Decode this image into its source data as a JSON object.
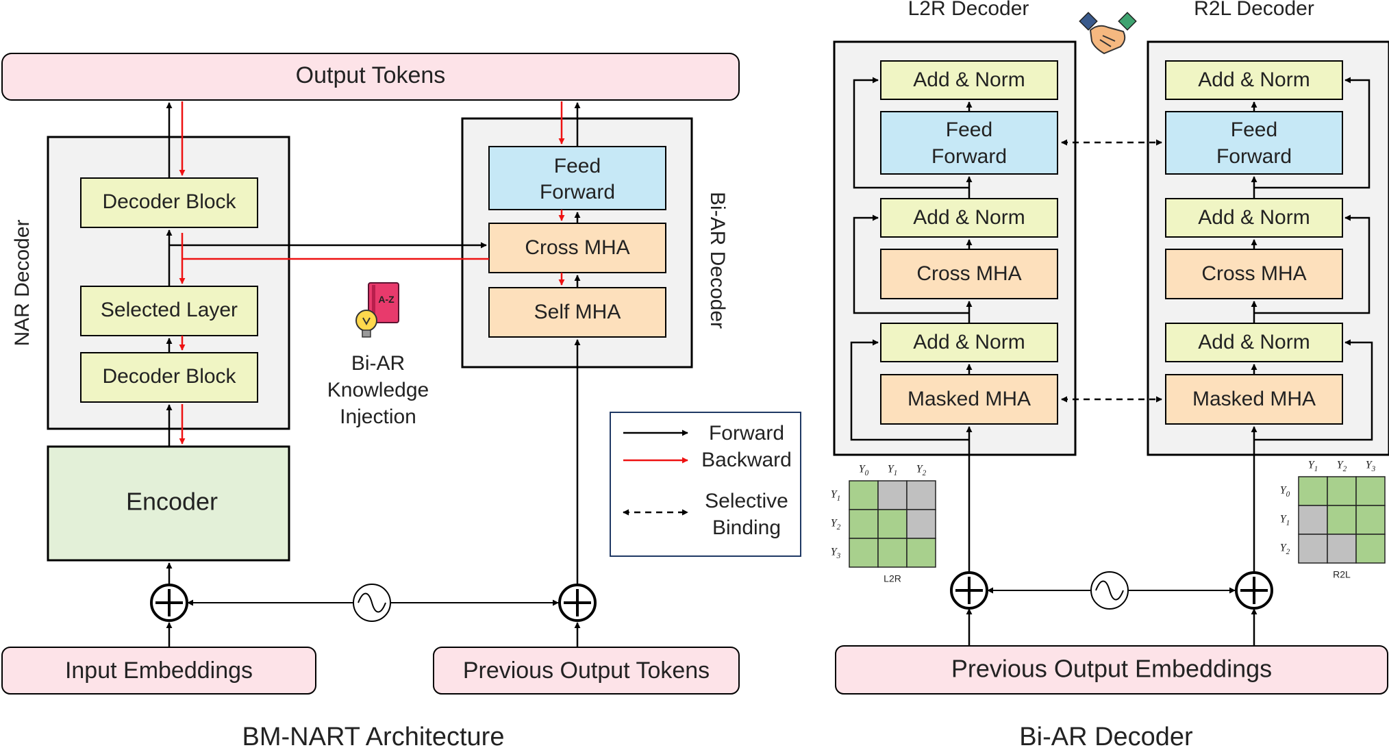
{
  "colors": {
    "pink": "#fde3e8",
    "yellow": "#f0f5c4",
    "blue": "#c6e8f6",
    "orange": "#fde0bc",
    "green_box": "#e3f0d8",
    "container": "#f2f2f2",
    "backward": "#ee1111",
    "mask_green": "#a8d08d",
    "mask_gray": "#c0c0c0"
  },
  "left": {
    "caption": "BM-NART Architecture",
    "output_tokens": "Output Tokens",
    "nar_decoder_label": "NAR Decoder",
    "decoder_block_top": "Decoder Block",
    "selected_layer": "Selected Layer",
    "decoder_block_bottom": "Decoder Block",
    "encoder": "Encoder",
    "input_embeddings": "Input Embeddings",
    "previous_output_tokens": "Previous Output Tokens",
    "bi_ar_decoder_label": "Bi-AR Decoder",
    "feed_forward": [
      "Feed",
      "Forward"
    ],
    "cross_mha": "Cross MHA",
    "self_mha": "Self MHA",
    "knowledge_injection": [
      "Bi-AR",
      "Knowledge",
      "Injection"
    ],
    "knowledge_icon": "book-bulb-icon",
    "book_text": "A-Z",
    "mixer_icon": "sine-circle-icon"
  },
  "legend": {
    "forward": "Forward",
    "backward": "Backward",
    "selective_binding": [
      "Selective",
      "Binding"
    ]
  },
  "right": {
    "caption": "Bi-AR Decoder",
    "handshake_icon": "handshake-icon",
    "mixer_icon": "sine-circle-icon",
    "previous_output_embeddings": "Previous Output Embeddings",
    "l2r": {
      "title": "L2R Decoder",
      "add_norm": "Add & Norm",
      "feed_forward": [
        "Feed",
        "Forward"
      ],
      "cross_mha": "Cross MHA",
      "masked_mha": "Masked MHA",
      "matrix": {
        "label": "L2R",
        "col_labels": [
          "Y0",
          "Y1",
          "Y2"
        ],
        "row_labels": [
          "Y1",
          "Y2",
          "Y3"
        ],
        "cells": [
          [
            1,
            0,
            0
          ],
          [
            1,
            1,
            0
          ],
          [
            1,
            1,
            1
          ]
        ]
      }
    },
    "r2l": {
      "title": "R2L Decoder",
      "add_norm": "Add & Norm",
      "feed_forward": [
        "Feed",
        "Forward"
      ],
      "cross_mha": "Cross MHA",
      "masked_mha": "Masked MHA",
      "matrix": {
        "label": "R2L",
        "col_labels": [
          "Y1",
          "Y2",
          "Y3"
        ],
        "row_labels": [
          "Y0",
          "Y1",
          "Y2"
        ],
        "cells": [
          [
            1,
            1,
            1
          ],
          [
            0,
            1,
            1
          ],
          [
            0,
            0,
            1
          ]
        ]
      }
    }
  }
}
